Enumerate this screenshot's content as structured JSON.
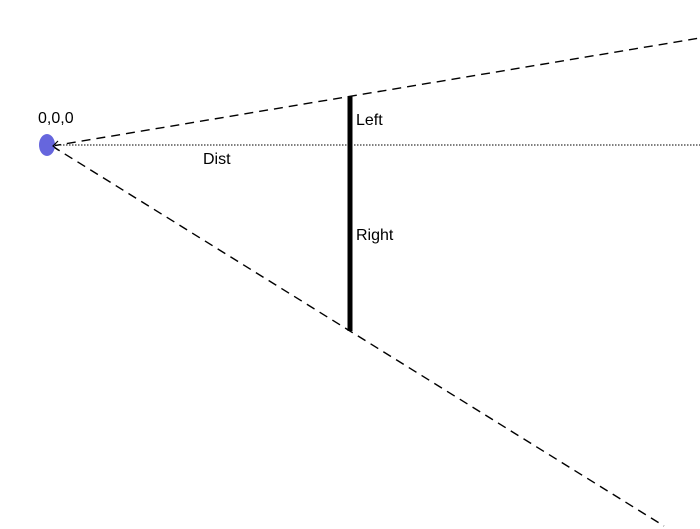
{
  "diagram": {
    "labels": {
      "origin": "0,0,0",
      "left": "Left",
      "right": "Right",
      "dist": "Dist"
    },
    "colors": {
      "origin_point": "#6666dd",
      "lines": "#000000",
      "background": "#ffffff"
    }
  }
}
